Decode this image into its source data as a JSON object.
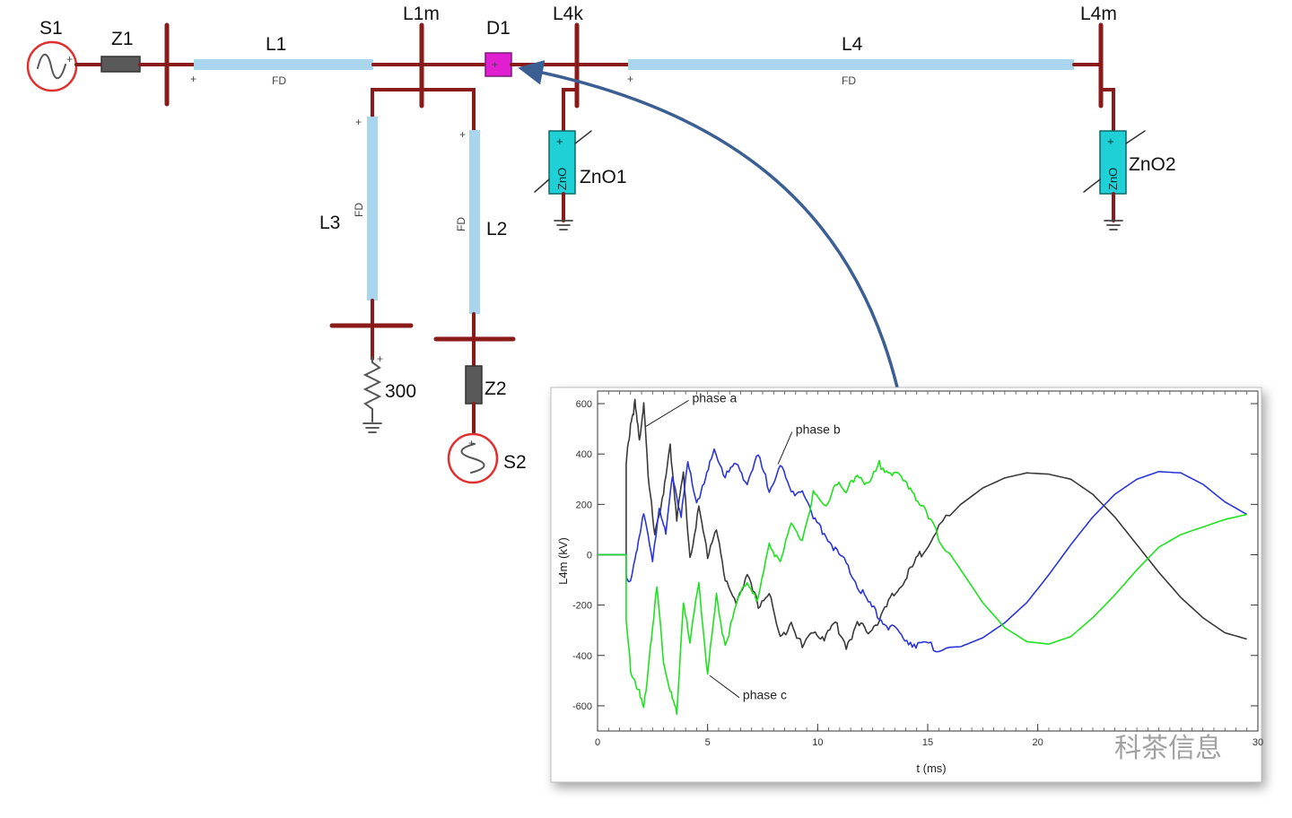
{
  "diagram": {
    "labels": {
      "s1": "S1",
      "z1": "Z1",
      "l1": "L1",
      "l1m": "L1m",
      "d1": "D1",
      "l4k": "L4k",
      "l4": "L4",
      "l4m": "L4m",
      "zno1": "ZnO1",
      "zno2": "ZnO2",
      "l3": "L3",
      "l2": "L2",
      "r300": "300",
      "z2": "Z2",
      "s2": "S2",
      "fd": "FD",
      "plus": "+",
      "zno_body": "ZnO"
    },
    "colors": {
      "bus": "#8b1a1a",
      "line": "#a9d6ee",
      "source": "#e03030",
      "impedance": "#555555",
      "zno": "#1fd0d6",
      "probe": "#e020d0",
      "arrow": "#3b5f93"
    }
  },
  "chart_data": {
    "type": "line",
    "xlabel": "t (ms)",
    "ylabel": "L4m   (kV)",
    "xlim": [
      0,
      30
    ],
    "ylim": [
      -700,
      650
    ],
    "xticks": [
      0,
      5,
      10,
      15,
      20,
      30
    ],
    "xtick_labels": [
      "0",
      "5",
      "10",
      "15",
      "20",
      "30"
    ],
    "yticks": [
      600,
      400,
      200,
      0,
      -200,
      -400,
      -600
    ],
    "ytick_labels": [
      "600",
      "400",
      "200",
      "0",
      "-200",
      "-400",
      "-600"
    ],
    "grid": false,
    "annotations": [
      {
        "text": "phase a",
        "x": 4.3,
        "y": 620,
        "target_x": 2.2,
        "target_y": 510
      },
      {
        "text": "phase b",
        "x": 9.0,
        "y": 495,
        "target_x": 8.2,
        "target_y": 360
      },
      {
        "text": "phase c",
        "x": 6.6,
        "y": -560,
        "target_x": 5.1,
        "target_y": -480
      }
    ],
    "series": [
      {
        "name": "phase a",
        "color": "#3a3a3a",
        "x": [
          0,
          1.3,
          1.3,
          1.5,
          1.7,
          1.9,
          2.1,
          2.3,
          2.6,
          3.0,
          3.3,
          3.6,
          3.9,
          4.2,
          4.6,
          5.0,
          5.4,
          5.8,
          6.3,
          6.8,
          7.3,
          7.8,
          8.3,
          8.8,
          9.3,
          9.8,
          10.3,
          10.8,
          11.3,
          11.8,
          12.3,
          12.8,
          13.3,
          13.8,
          14.3,
          14.8,
          15.5,
          16.5,
          17.5,
          18.5,
          19.5,
          20.5,
          21.5,
          22.5,
          23.5,
          24.5,
          25.5,
          26.5,
          27.5,
          28.5,
          29.5
        ],
        "y": [
          0,
          0,
          360,
          520,
          600,
          450,
          610,
          300,
          90,
          240,
          430,
          150,
          320,
          -10,
          180,
          0,
          110,
          -110,
          -180,
          -90,
          -200,
          -150,
          -340,
          -260,
          -370,
          -300,
          -330,
          -270,
          -360,
          -280,
          -300,
          -260,
          -180,
          -120,
          -50,
          20,
          110,
          200,
          265,
          305,
          325,
          320,
          300,
          240,
          150,
          40,
          -70,
          -170,
          -250,
          -310,
          -335
        ]
      },
      {
        "name": "phase b",
        "color": "#2b35d8",
        "x": [
          0,
          1.3,
          1.3,
          1.5,
          1.8,
          2.1,
          2.5,
          2.8,
          3.1,
          3.4,
          3.8,
          4.1,
          4.5,
          4.9,
          5.3,
          5.8,
          6.3,
          6.8,
          7.3,
          7.8,
          8.3,
          8.8,
          9.3,
          9.8,
          10.3,
          10.8,
          11.3,
          11.8,
          12.3,
          12.8,
          13.3,
          13.8,
          14.3,
          14.8,
          15.5,
          16.5,
          17.5,
          18.5,
          19.5,
          20.5,
          21.5,
          22.5,
          23.5,
          24.5,
          25.5,
          26.5,
          27.5,
          28.5,
          29.5
        ],
        "y": [
          0,
          0,
          -80,
          -120,
          30,
          180,
          -40,
          200,
          70,
          320,
          150,
          360,
          210,
          290,
          420,
          310,
          360,
          290,
          390,
          260,
          360,
          240,
          270,
          140,
          90,
          20,
          -40,
          -120,
          -190,
          -250,
          -290,
          -320,
          -350,
          -360,
          -370,
          -365,
          -330,
          -270,
          -190,
          -80,
          40,
          150,
          240,
          300,
          330,
          325,
          280,
          210,
          160
        ]
      },
      {
        "name": "phase c",
        "color": "#1de21d",
        "x": [
          0,
          1.3,
          1.3,
          1.5,
          1.8,
          2.1,
          2.4,
          2.7,
          3.0,
          3.3,
          3.6,
          3.9,
          4.2,
          4.6,
          5.0,
          5.4,
          5.8,
          6.3,
          6.8,
          7.3,
          7.8,
          8.3,
          8.8,
          9.3,
          9.8,
          10.3,
          10.8,
          11.3,
          11.8,
          12.3,
          12.8,
          13.3,
          13.8,
          14.3,
          14.8,
          15.5,
          16.5,
          17.5,
          18.5,
          19.5,
          20.5,
          21.5,
          22.5,
          23.5,
          24.5,
          25.5,
          26.5,
          27.5,
          28.5,
          29.5
        ],
        "y": [
          0,
          0,
          -260,
          -450,
          -520,
          -620,
          -360,
          -130,
          -420,
          -540,
          -640,
          -180,
          -360,
          -100,
          -480,
          -170,
          -360,
          -200,
          -100,
          -180,
          40,
          -20,
          110,
          60,
          240,
          180,
          290,
          240,
          330,
          270,
          360,
          330,
          300,
          260,
          180,
          70,
          -60,
          -190,
          -290,
          -345,
          -355,
          -325,
          -250,
          -160,
          -60,
          30,
          80,
          110,
          140,
          160
        ]
      }
    ]
  },
  "watermark": "科茶信息"
}
